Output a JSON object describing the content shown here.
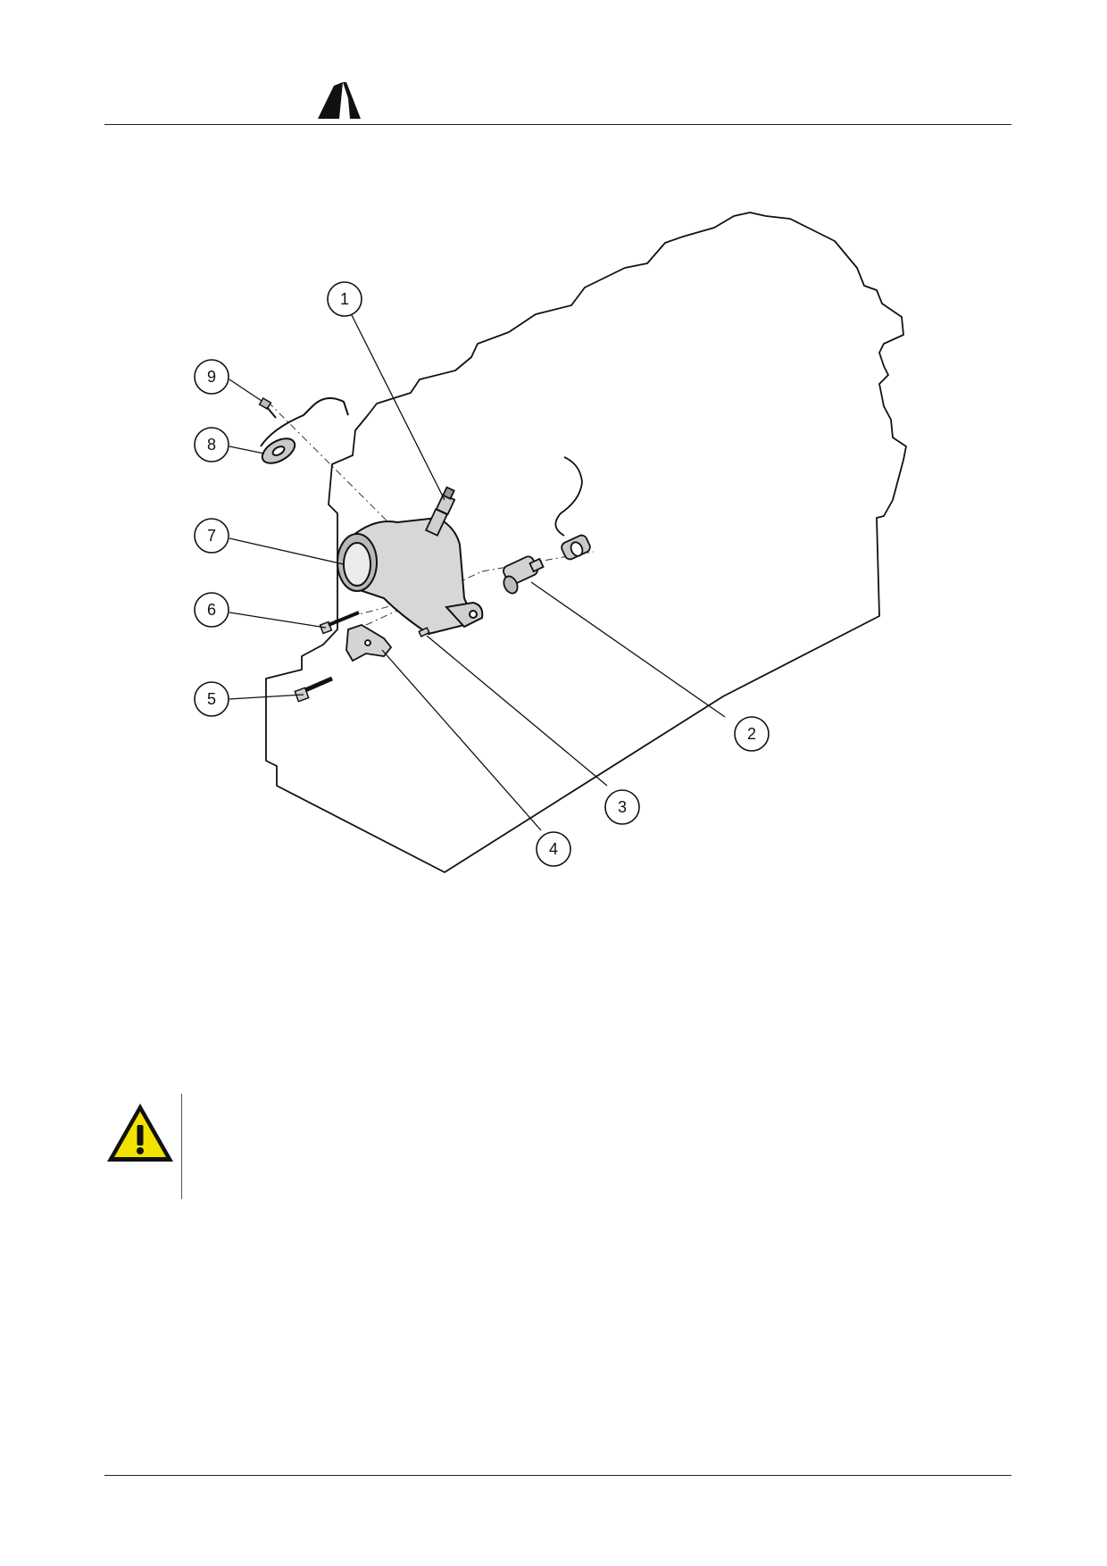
{
  "header": {
    "logo_icon": "manufacturer-logo-icon"
  },
  "figure": {
    "callouts": [
      {
        "number": "1"
      },
      {
        "number": "2"
      },
      {
        "number": "3"
      },
      {
        "number": "4"
      },
      {
        "number": "5"
      },
      {
        "number": "6"
      },
      {
        "number": "7"
      },
      {
        "number": "8"
      },
      {
        "number": "9"
      }
    ]
  },
  "warning": {
    "icon": "warning-triangle-icon",
    "icon_color": "#F2E200",
    "text": ""
  }
}
